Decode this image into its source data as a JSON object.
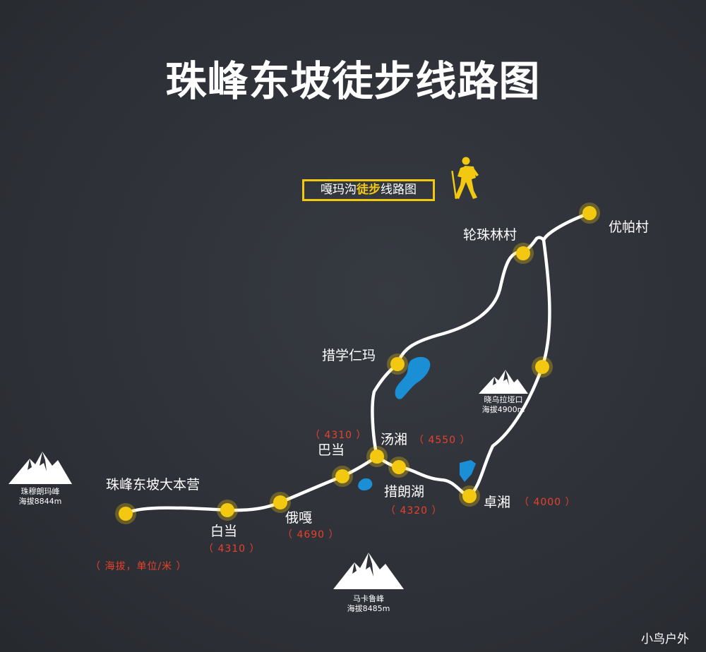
{
  "title": "珠峰东坡徒步线路图",
  "subtitle": {
    "part1": "嘎玛沟",
    "highlight": "徒步",
    "part2": "线路图"
  },
  "route_color": "#ffffff",
  "waypoint_color": "#f2c811",
  "altitude_color": "#e8412c",
  "waypoints": {
    "youpa": {
      "name": "优帕村"
    },
    "lunzhulin": {
      "name": "轮珠林村"
    },
    "cuoxue": {
      "name": "措学仁玛"
    },
    "tangxiang": {
      "name": "汤湘",
      "altitude": "（ 4550 ）"
    },
    "cuolang": {
      "name": "措朗湖",
      "altitude": "（ 4320 ）"
    },
    "zhuoxiang": {
      "name": "卓湘",
      "altitude": "（ 4000 ）"
    },
    "badang": {
      "name": "巴当",
      "altitude": "（ 4310 ）"
    },
    "ega": {
      "name": "俄嘎",
      "altitude": "（ 4690 ）"
    },
    "baidang": {
      "name": "白当",
      "altitude": "（ 4310 ）"
    },
    "basecamp": {
      "name": "珠峰东坡大本营"
    },
    "pass_marker": {
      "name": ""
    }
  },
  "unit_note": "（ 海拔，单位/米 ）",
  "mountains": {
    "everest": {
      "name": "珠穆朗玛峰",
      "altitude": "海拔8844m"
    },
    "makalu": {
      "name": "马卡鲁峰",
      "altitude": "海拔8485m"
    },
    "xiaowula": {
      "name": "晓乌拉垭口",
      "altitude": "海拔4900m"
    }
  },
  "icons": [
    "hiker-icon",
    "mountain-icon",
    "lake-icon"
  ],
  "watermark": "小鸟户外"
}
